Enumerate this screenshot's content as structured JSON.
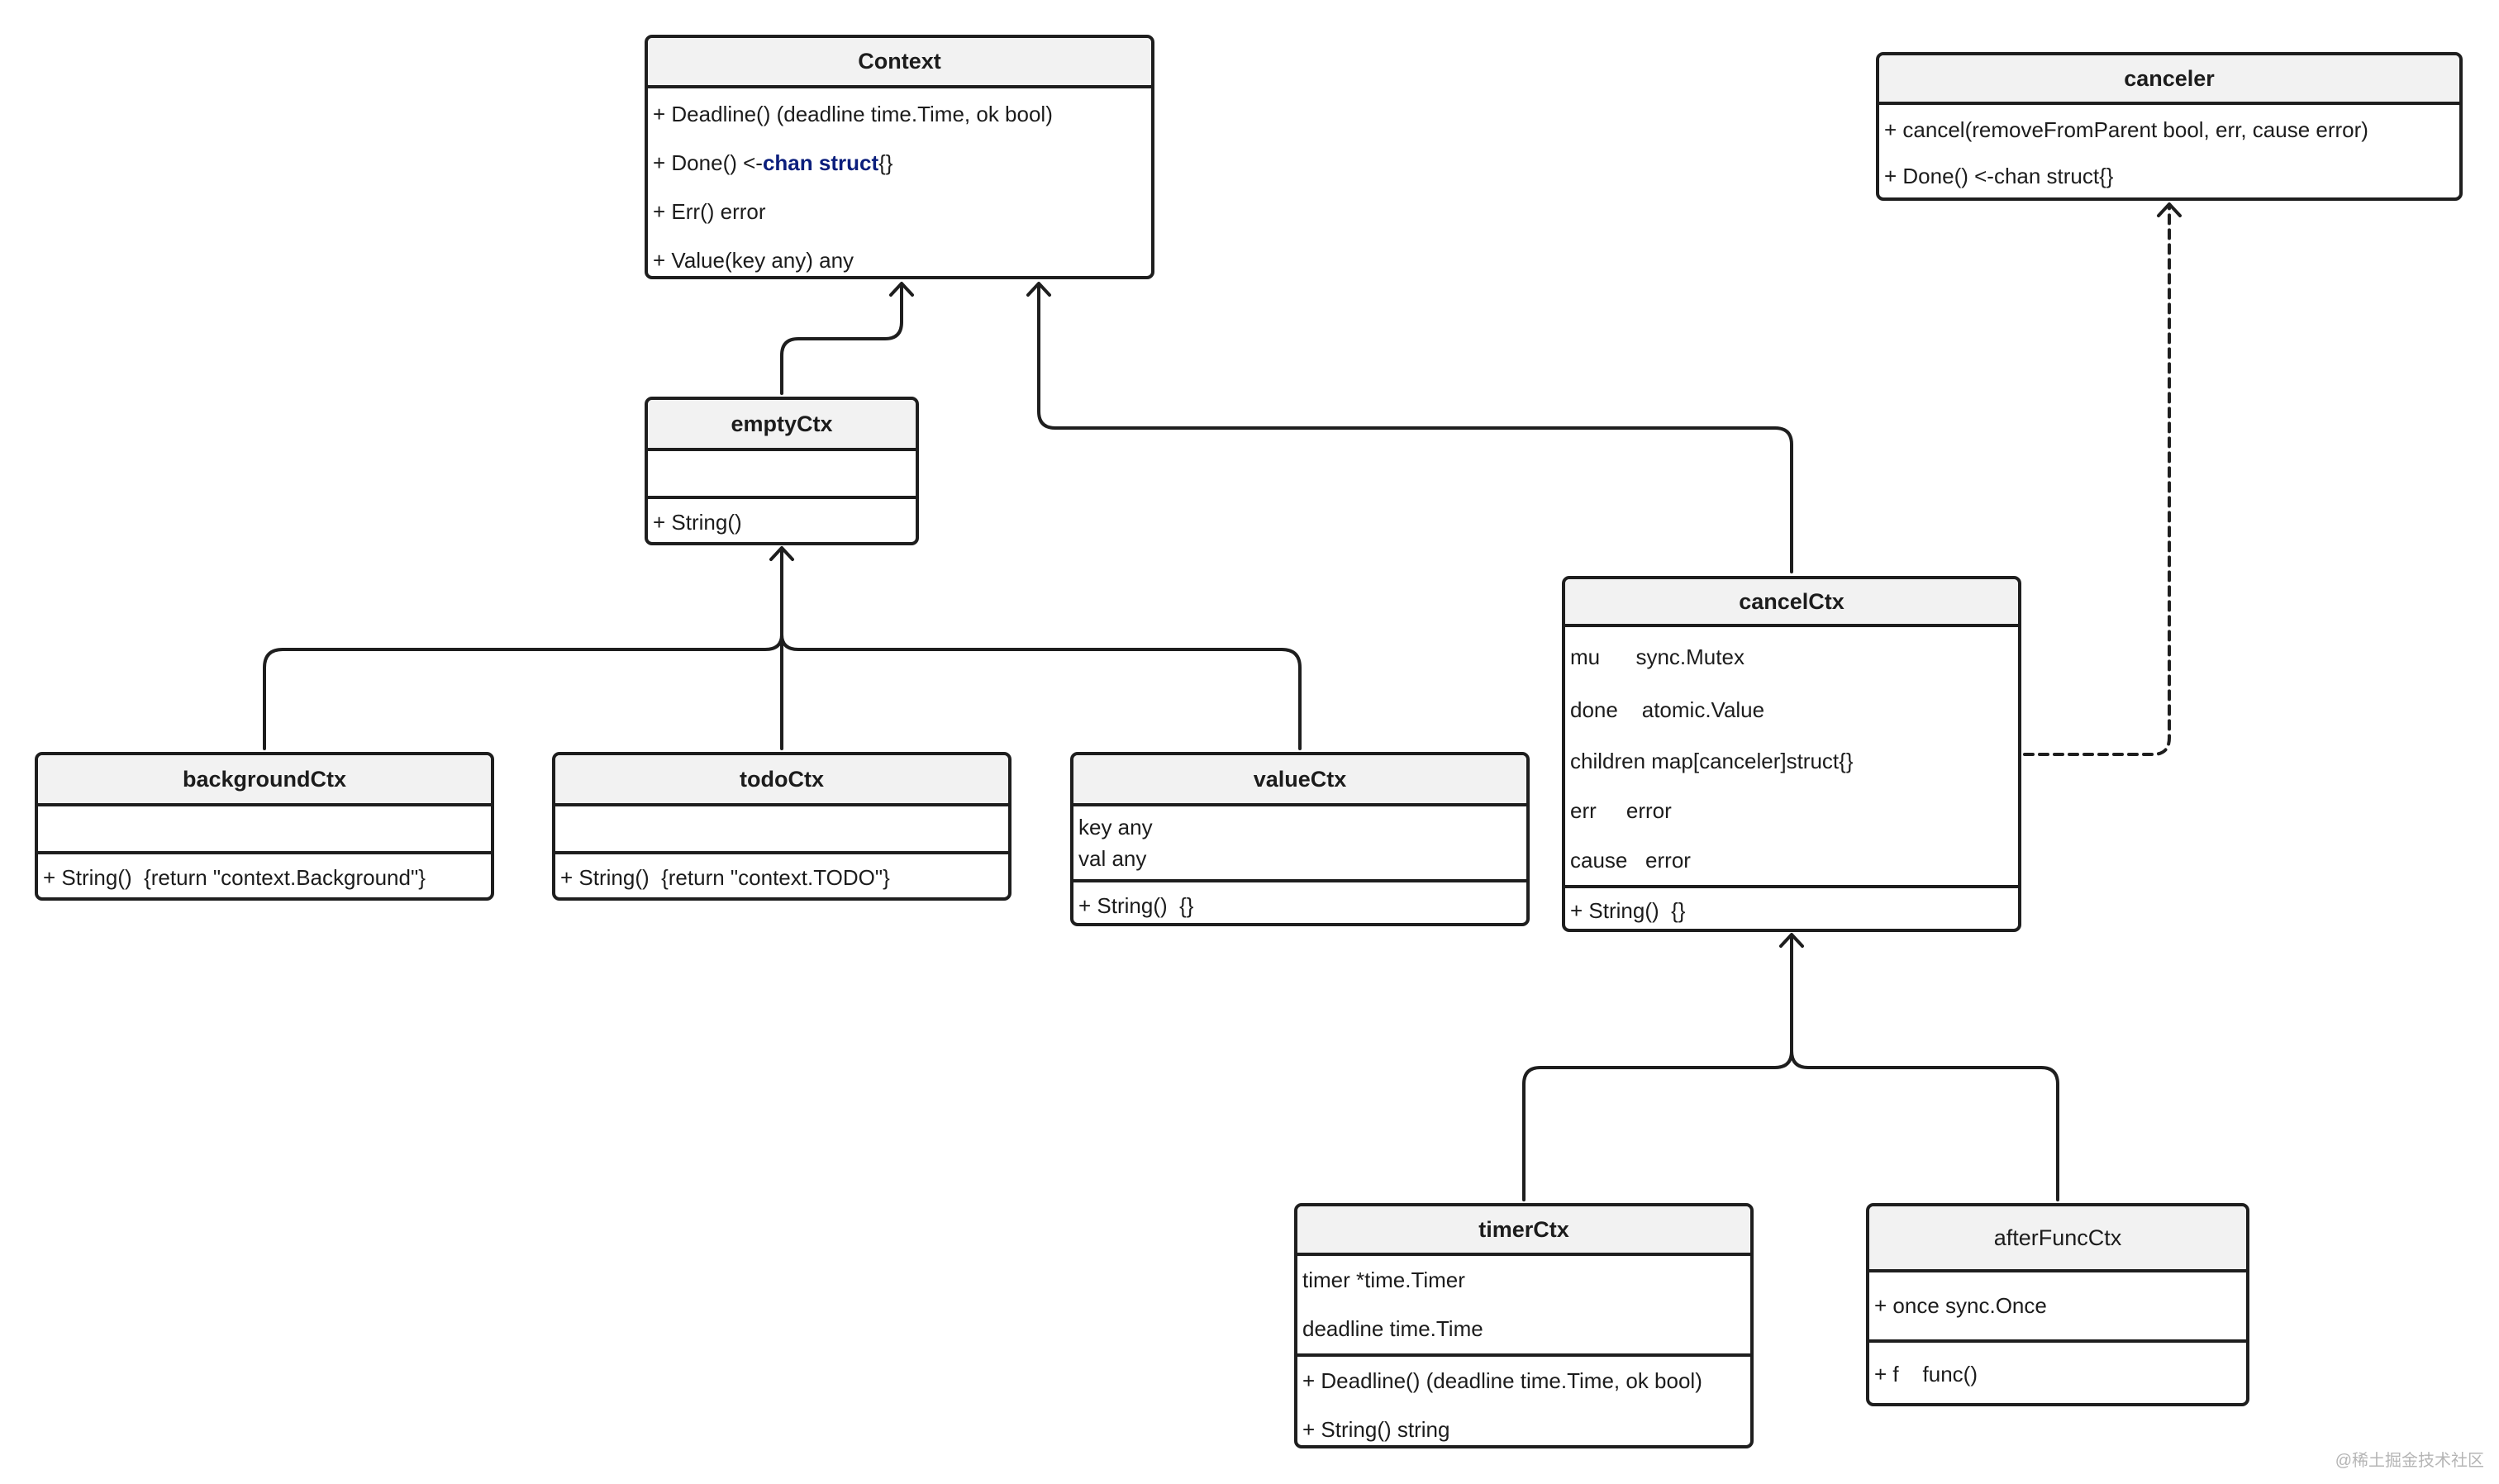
{
  "classes": {
    "context": {
      "name": "Context",
      "methods": [
        "+ Deadline() (deadline time.Time, ok bool)",
        {
          "prefix": "+ Done() <-",
          "keyword": "chan struct",
          "suffix": "{}"
        },
        "+ Err() error",
        "+ Value(key any) any"
      ]
    },
    "canceler": {
      "name": "canceler",
      "methods": [
        "+ cancel(removeFromParent bool, err, cause error)",
        "+ Done() <-chan struct{}"
      ]
    },
    "emptyCtx": {
      "name": "emptyCtx",
      "fields": [],
      "methods": [
        "+ String()"
      ]
    },
    "backgroundCtx": {
      "name": "backgroundCtx",
      "fields": [],
      "methods": [
        "+ String()  {return \"context.Background\"}"
      ]
    },
    "todoCtx": {
      "name": "todoCtx",
      "fields": [],
      "methods": [
        "+ String()  {return \"context.TODO\"}"
      ]
    },
    "valueCtx": {
      "name": "valueCtx",
      "fields": [
        "key any",
        "val any"
      ],
      "methods": [
        "+ String()  {}"
      ]
    },
    "cancelCtx": {
      "name": "cancelCtx",
      "fields": [
        "mu      sync.Mutex",
        "done    atomic.Value",
        "children map[canceler]struct{}",
        "err     error",
        "cause   error"
      ],
      "methods": [
        "+ String()  {}"
      ]
    },
    "timerCtx": {
      "name": "timerCtx",
      "fields": [
        "timer *time.Timer",
        "deadline time.Time"
      ],
      "methods": [
        "+ Deadline() (deadline time.Time, ok bool)",
        "+ String() string"
      ]
    },
    "afterFuncCtx": {
      "name": "afterFuncCtx",
      "fields": [
        "+ once sync.Once"
      ],
      "methods": [
        "+ f    func()"
      ]
    }
  },
  "relations": [
    {
      "from": "emptyCtx",
      "to": "context",
      "kind": "inheritance"
    },
    {
      "from": "cancelCtx",
      "to": "context",
      "kind": "inheritance"
    },
    {
      "from": "backgroundCtx",
      "to": "emptyCtx",
      "kind": "inheritance"
    },
    {
      "from": "todoCtx",
      "to": "emptyCtx",
      "kind": "inheritance"
    },
    {
      "from": "valueCtx",
      "to": "emptyCtx",
      "kind": "inheritance"
    },
    {
      "from": "cancelCtx",
      "to": "canceler",
      "kind": "realization"
    },
    {
      "from": "timerCtx",
      "to": "cancelCtx",
      "kind": "inheritance"
    },
    {
      "from": "afterFuncCtx",
      "to": "cancelCtx",
      "kind": "inheritance"
    }
  ],
  "watermark": "@稀土掘金技术社区"
}
